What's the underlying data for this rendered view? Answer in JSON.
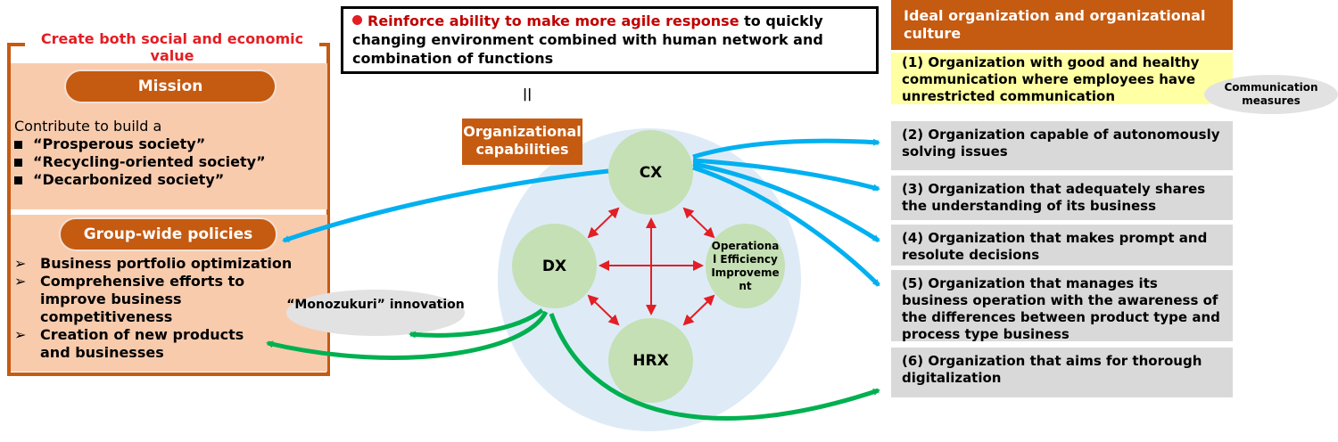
{
  "left_panel": {
    "title": "Create both social and economic value",
    "mission": {
      "label": "Mission",
      "intro": "Contribute to build a",
      "items": [
        "“Prosperous society”",
        "“Recycling-oriented society”",
        "“Decarbonized society”"
      ]
    },
    "policies": {
      "label": "Group-wide policies",
      "items": [
        "Business portfolio optimization",
        "Comprehensive efforts to improve business competitiveness",
        "Creation of new products and businesses"
      ]
    }
  },
  "top_message": {
    "highlight": "Reinforce ability to make more agile response",
    "rest": " to quickly changing environment combined with human network and combination of functions"
  },
  "equal_sign": "||",
  "capabilities": {
    "label": "Organizational capabilities",
    "nodes": {
      "cx": "CX",
      "dx": "DX",
      "hrx": "HRX",
      "oe": "Operational Efficiency Improvement"
    }
  },
  "monozukuri": "“Monozukuri” innovation",
  "communication": "Communication measures",
  "right_panel": {
    "header": "Ideal organization and organizational culture",
    "items": [
      "(1) Organization with good and healthy communication where employees have unrestricted communication",
      "(2) Organization capable of autonomously solving issues",
      "(3) Organization that adequately shares the understanding of its business",
      "(4) Organization that makes prompt and resolute decisions",
      "(5) Organization that manages its business operation with the awareness of the differences between product type and process type business",
      "(6) Organization that aims for thorough digitalization"
    ]
  },
  "colors": {
    "brand_orange": "#c55a11",
    "peach": "#f8cbad",
    "accent_red": "#e31e24",
    "cx_arrow_blue": "#00b0f0",
    "dx_arrow_green": "#00b050",
    "circle_green": "#c5e0b4",
    "capability_bg": "#deebf7",
    "item1_yellow": "#ffffa3",
    "item_gray": "#d9d9d9"
  }
}
